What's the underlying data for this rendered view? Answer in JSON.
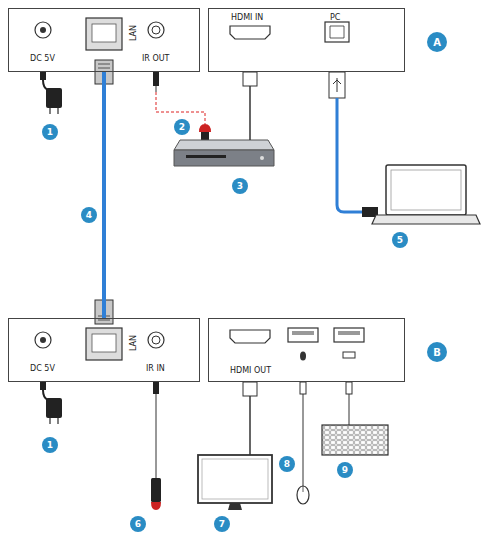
{
  "diagram": {
    "nodes": [
      {
        "text": [
          "DC 5V",
          "LAN",
          "IR OUT"
        ]
      },
      {
        "text": [
          "HDMI IN",
          "PC"
        ]
      },
      {
        "text": [
          "DC 5V",
          "LAN",
          "IR IN"
        ]
      },
      {
        "text": [
          "HDMI OUT"
        ]
      }
    ],
    "edges": [
      {
        "from": 0,
        "to": 2,
        "arrow": "none"
      }
    ],
    "labels": [
      "A",
      "1",
      "2",
      "3",
      "4",
      "5",
      "B",
      "1",
      "6",
      "7",
      "8",
      "9"
    ]
  }
}
